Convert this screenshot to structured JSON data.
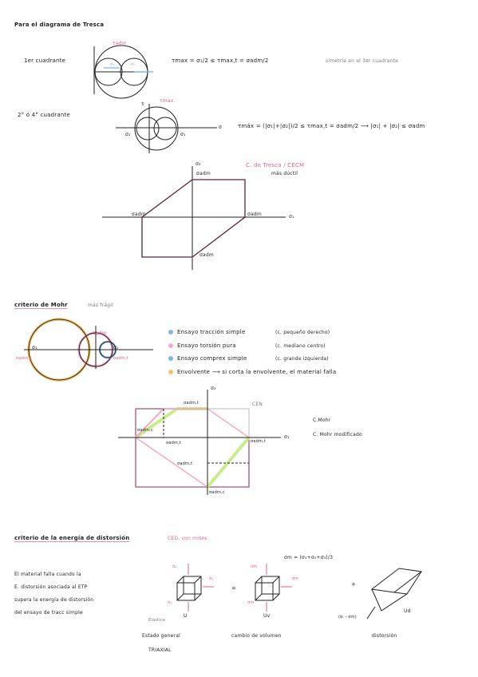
{
  "tresca": {
    "heading": "Para el diagrama de Tresca",
    "q1_label": "1er cuadrante",
    "q1_formula": "τmax = σ₁/2 ≤ τmax,t = σadm/2",
    "q1_note": "simetría en el 3er cuadrante",
    "q24_label": "2° ó 4° cuadrante",
    "q24_formula": "τmáx = (|σ₁|+|σ₂|)/2 ≤ τmax,t = σadm/2 ⟶ |σ₁| + |σ₂| ≤ σadm",
    "circle_labels": {
      "tau": "τ",
      "taumax": "τmax",
      "tauadm": "τadm",
      "s1": "σ₁",
      "s2": "σ₂",
      "s3": "σ₃",
      "sigma": "σ"
    },
    "diagram": {
      "title": "C. de Tresca / CECM",
      "subtitle": "más dúctil",
      "axis_y": "σ₂",
      "axis_x": "σ₁",
      "labels": [
        "σadm",
        "σadm",
        "σadm",
        "σadm"
      ]
    }
  },
  "mohr": {
    "heading": "criterio de Mohr",
    "subheading": "más frágil",
    "circle_labels": {
      "s1": "σ₁",
      "s3": "σ₃",
      "tadm": "τadm",
      "sadm_c": "σadm,c",
      "sadm_t": "σadm,t"
    },
    "legend": [
      {
        "text": "Ensayo tracción simple",
        "note": "(c. pequeño derecho)",
        "color": "#7db8e3"
      },
      {
        "text": "Ensayo torsión pura",
        "note": "(c. mediano centro)",
        "color": "#f3a9c8"
      },
      {
        "text": "Ensayo comprex simple",
        "note": "(c. grande izquierda)",
        "color": "#7db8e3"
      },
      {
        "text": "Envolvente ⟶ si corta la envolvente, el material falla",
        "note": "",
        "color": "#f2c46d"
      }
    ],
    "diagram": {
      "axis_y": "σ₂",
      "axis_x": "σ₁",
      "cen": "CEN",
      "labels": [
        "σadm,t",
        "σadm,c",
        "σadm,t",
        "σadm,t",
        "σadm,t",
        "σadm,c"
      ],
      "legend_mohr": "C.Mohr",
      "legend_mod": "C. Mohr modificado"
    }
  },
  "distorsion": {
    "heading": "criterio de la energía de distorsión",
    "heading_tag": "CED, von mises",
    "formula": "σm = (σ₁+σ₂+σ₃)/3",
    "text_lines": [
      "El material falla cuando la",
      "E. distorsión asociada al ETP",
      "supera la energía de distorsión",
      "del ensayo de tracc simple"
    ],
    "cube1": {
      "symbol": "U",
      "note": "Elástica",
      "caption": "Estado general",
      "caption2": "TRIAXIAL",
      "labels": [
        "σ₂",
        "σ₃",
        "σ₁"
      ]
    },
    "equals": "=",
    "cube2": {
      "symbol": "Uv",
      "caption": "cambio de volumen",
      "labels": [
        "σm",
        "σm",
        "σm"
      ]
    },
    "plus": "+",
    "cube3": {
      "symbol": "Ud",
      "caption": "distorsión",
      "label": "(σᵢ - σm)"
    }
  }
}
